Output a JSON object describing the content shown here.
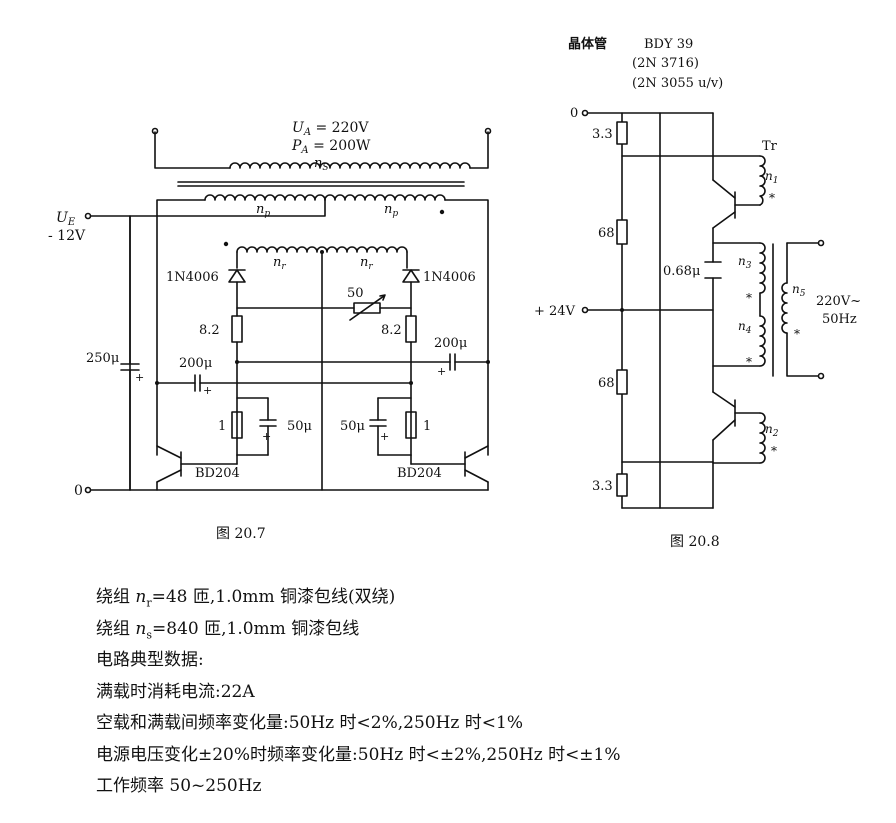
{
  "fig1": {
    "caption": "图 20.7",
    "ua": "U",
    "ua_sub": "A",
    "ua_val": " = 220V",
    "pa": "P",
    "pa_sub": "A",
    "pa_val": " = 200W",
    "ns": "n",
    "ns_sub": "S",
    "np_left": "n",
    "np_left_sub": "p",
    "np_right": "n",
    "np_right_sub": "p",
    "nr_left": "n",
    "nr_left_sub": "r",
    "nr_right": "n",
    "nr_right_sub": "r",
    "ue": "U",
    "ue_sub": "E",
    "ue_val": "- 12V",
    "zero": "0",
    "diode_left": "1N4006",
    "diode_right": "1N4006",
    "pot": "50",
    "r_left": "8.2",
    "r_right": "8.2",
    "cap_main": "250μ",
    "cap_left": "200μ",
    "cap_right": "200μ",
    "plus": "+",
    "r1_left": "1",
    "r1_right": "1",
    "c50_left": "50μ",
    "c50_right": "50μ",
    "transistor_left": "BD204",
    "transistor_right": "BD204"
  },
  "fig2": {
    "caption": "图 20.8",
    "title_cn": "晶体管",
    "title_part": "BDY 39",
    "alt1": "(2N 3716)",
    "alt2": "(2N 3055 u/v)",
    "zero": "0",
    "supply": "+ 24V",
    "r_top": "3.3",
    "r_upper": "68",
    "r_lower": "68",
    "r_bottom": "3.3",
    "cap": "0.68μ",
    "tr": "Tr",
    "n1": "n",
    "n1_sub": "1",
    "n2": "n",
    "n2_sub": "2",
    "n3": "n",
    "n3_sub": "3",
    "n4": "n",
    "n4_sub": "4",
    "n5": "n",
    "n5_sub": "5",
    "output_v": "220V~",
    "output_f": "50Hz",
    "star": "*"
  },
  "notes": {
    "line1_a": "绕组 ",
    "line1_n": "n",
    "line1_sub": "r",
    "line1_b": "=48 匝,1.0mm 铜漆包线(双绕)",
    "line2_a": "绕组 ",
    "line2_n": "n",
    "line2_sub": "s",
    "line2_b": "=840 匝,1.0mm 铜漆包线",
    "line3": "电路典型数据:",
    "line4": "满载时消耗电流:22A",
    "line5": "空载和满载间频率变化量:50Hz 时<2%,250Hz 时<1%",
    "line6": "电源电压变化±20%时频率变化量:50Hz 时<±2%,250Hz 时<±1%",
    "line7": "工作频率 50~250Hz"
  }
}
